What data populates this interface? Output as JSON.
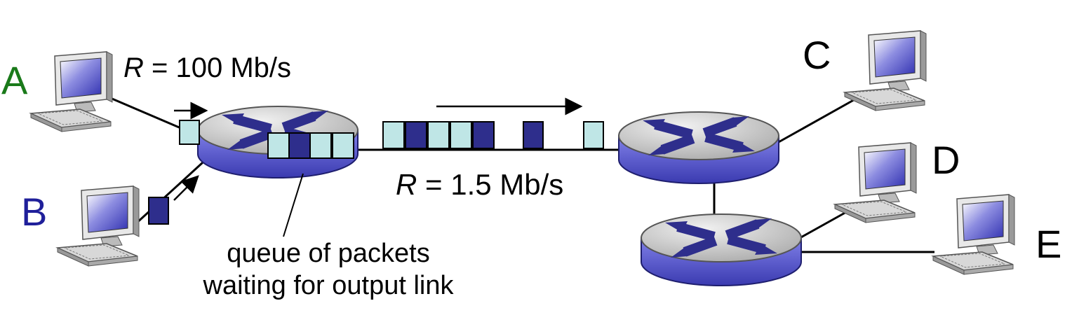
{
  "hosts": [
    {
      "id": "A",
      "label": "A",
      "color": "#1a7a1a"
    },
    {
      "id": "B",
      "label": "B",
      "color": "#1f1f9a"
    },
    {
      "id": "C",
      "label": "C",
      "color": "#000000"
    },
    {
      "id": "D",
      "label": "D",
      "color": "#000000"
    },
    {
      "id": "E",
      "label": "E",
      "color": "#000000"
    }
  ],
  "links": {
    "access_rate": {
      "symbol": "R",
      "value": " = 100 Mb/s"
    },
    "bottleneck_rate": {
      "symbol": "R",
      "value": " = 1.5 Mb/s"
    }
  },
  "queue_label": {
    "line1": "queue of packets",
    "line2": "waiting for output link"
  },
  "colors": {
    "packet_light": "#bfe6e6",
    "packet_dark": "#2e2e8c",
    "router_top": "#c8c8c8",
    "router_side": "#5a5ad0",
    "router_x": "#2e2e8c",
    "screen": "#5050c8"
  },
  "icons": [
    "computer-icon",
    "router-icon",
    "packet-icon",
    "arrow-icon"
  ]
}
